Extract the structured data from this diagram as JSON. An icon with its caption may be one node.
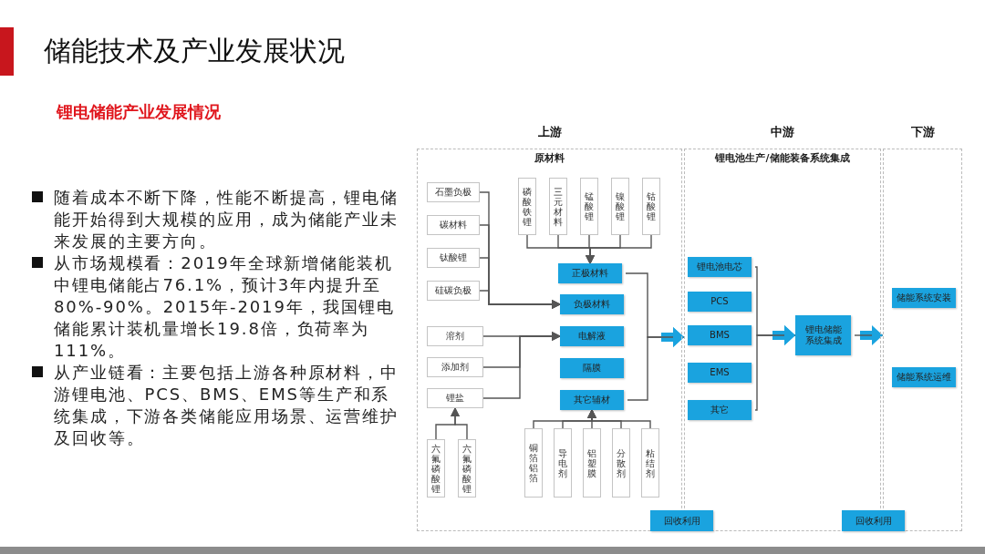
{
  "diagram": {
    "title": "储能技术及产业发展状况",
    "nodes": [
      {
        "text": [
          "上游",
          "原材料"
        ]
      },
      {
        "text": [
          "中游",
          "锂电池生产/储能装备系统集成"
        ]
      },
      {
        "text": [
          "下游"
        ]
      },
      {
        "text": [
          "石墨负极"
        ],
        "in": 0
      },
      {
        "text": [
          "碳材料"
        ],
        "in": 0
      },
      {
        "text": [
          "钛酸锂"
        ],
        "in": 0
      },
      {
        "text": [
          "硅碳负极"
        ],
        "in": 0
      },
      {
        "text": [
          "溶剂"
        ],
        "in": 0
      },
      {
        "text": [
          "添加剂"
        ],
        "in": 0
      },
      {
        "text": [
          "锂盐"
        ],
        "in": 0
      },
      {
        "text": [
          "六氟磷酸锂"
        ],
        "in": 0
      },
      {
        "text": [
          "六氟磷酸锂"
        ],
        "in": 0
      },
      {
        "text": [
          "磷酸铁锂"
        ],
        "in": 0
      },
      {
        "text": [
          "三元材料"
        ],
        "in": 0
      },
      {
        "text": [
          "锰酸锂"
        ],
        "in": 0
      },
      {
        "text": [
          "镍酸锂"
        ],
        "in": 0
      },
      {
        "text": [
          "钴酸锂"
        ],
        "in": 0
      },
      {
        "text": [
          "正极材料"
        ],
        "in": 0
      },
      {
        "text": [
          "负极材料"
        ],
        "in": 0
      },
      {
        "text": [
          "电解液"
        ],
        "in": 0
      },
      {
        "text": [
          "隔膜"
        ],
        "in": 0
      },
      {
        "text": [
          "其它辅材"
        ],
        "in": 0
      },
      {
        "text": [
          "铜箔铝箔"
        ],
        "in": 0
      },
      {
        "text": [
          "导电剂"
        ],
        "in": 0
      },
      {
        "text": [
          "铝塑膜"
        ],
        "in": 0
      },
      {
        "text": [
          "分散剂"
        ],
        "in": 0
      },
      {
        "text": [
          "粘结剂"
        ],
        "in": 0
      },
      {
        "text": [
          "回收利用"
        ]
      },
      {
        "text": [
          "锂电池电芯"
        ],
        "in": 1
      },
      {
        "text": [
          "PCS"
        ],
        "in": 1
      },
      {
        "text": [
          "BMS"
        ],
        "in": 1
      },
      {
        "text": [
          "EMS"
        ],
        "in": 1
      },
      {
        "text": [
          "其它"
        ],
        "in": 1
      },
      {
        "text": [
          "锂电储能系统集成"
        ],
        "in": 1
      },
      {
        "text": [
          "回收利用"
        ]
      },
      {
        "text": [
          "储能系统安装"
        ],
        "in": 2
      },
      {
        "text": [
          "储能系统运维"
        ],
        "in": 2
      }
    ],
    "edges": [
      {
        "from": 3,
        "to": 18,
        "arrow": "to"
      },
      {
        "from": 4,
        "to": 18,
        "arrow": "to"
      },
      {
        "from": 5,
        "to": 18,
        "arrow": "to"
      },
      {
        "from": 6,
        "to": 18,
        "arrow": "to"
      },
      {
        "from": 12,
        "to": 17,
        "arrow": "to"
      },
      {
        "from": 13,
        "to": 17,
        "arrow": "to"
      },
      {
        "from": 14,
        "to": 17,
        "arrow": "to"
      },
      {
        "from": 15,
        "to": 17,
        "arrow": "to"
      },
      {
        "from": 16,
        "to": 17,
        "arrow": "to"
      },
      {
        "from": 7,
        "to": 19,
        "arrow": "to"
      },
      {
        "from": 8,
        "to": 19,
        "arrow": "to"
      },
      {
        "from": 9,
        "to": 19,
        "arrow": "to"
      },
      {
        "from": 10,
        "to": 9,
        "arrow": "to"
      },
      {
        "from": 11,
        "to": 9,
        "arrow": "to"
      },
      {
        "from": 22,
        "to": 21,
        "arrow": "to"
      },
      {
        "from": 23,
        "to": 21,
        "arrow": "to"
      },
      {
        "from": 24,
        "to": 21,
        "arrow": "to"
      },
      {
        "from": 25,
        "to": 21,
        "arrow": "to"
      },
      {
        "from": 26,
        "to": 21,
        "arrow": "to"
      },
      {
        "from": 17,
        "to": 1,
        "arrow": "to"
      },
      {
        "from": 21,
        "to": 1,
        "arrow": "to"
      },
      {
        "from": 28,
        "to": 33,
        "arrow": "to"
      },
      {
        "from": 32,
        "to": 33,
        "arrow": "to"
      },
      {
        "from": 33,
        "to": 2,
        "arrow": "to"
      }
    ],
    "labels": [
      "锂电储能产业发展情况",
      "随着成本不断下降，性能不断提高，锂电储能开始得到大规模的应用，成为储能产业未来发展的主要方向。",
      "从市场规模看：2019年全球新增储能装机中锂电储能占76.1%，预计3年内提升至80%-90%。2015年-2019年，我国锂电储能累计装机量增长19.8倍，负荷率为111%。",
      "从产业链看：主要包括上游各种原材料，中游锂电池、PCS、BMS、EMS等生产和系统集成，下游各类储能应用场景、运营维护及回收等。"
    ]
  }
}
